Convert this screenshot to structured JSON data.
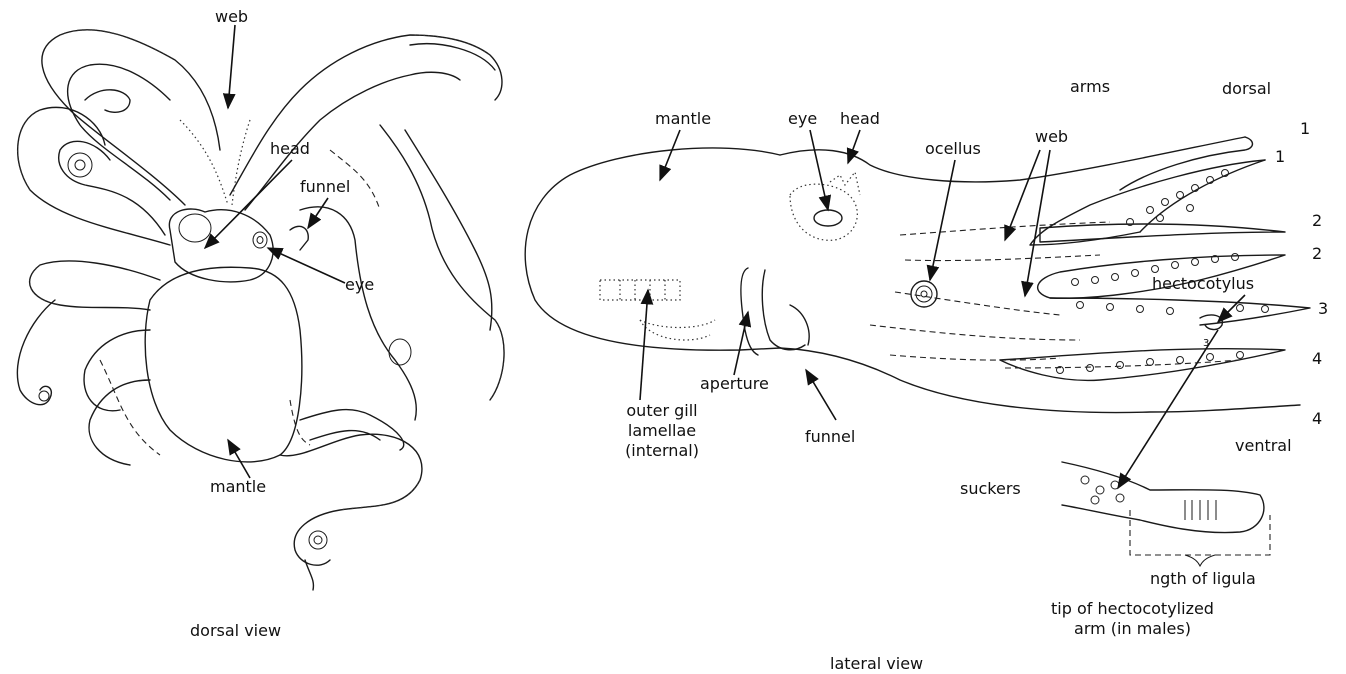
{
  "left_view": {
    "caption": "dorsal view",
    "labels": {
      "web": "web",
      "head": "head",
      "funnel": "funnel",
      "eye": "eye",
      "mantle": "mantle"
    }
  },
  "right_view": {
    "caption": "lateral view",
    "labels": {
      "mantle": "mantle",
      "eye": "eye",
      "head": "head",
      "arms": "arms",
      "dorsal": "dorsal",
      "ocellus": "ocellus",
      "web": "web",
      "hectocotylus": "hectocotylus",
      "aperture": "aperture",
      "gill_line1": "outer gill",
      "gill_line2": "lamellae",
      "gill_line3": "(internal)",
      "funnel": "funnel",
      "ventral": "ventral",
      "suckers": "suckers",
      "ligula": "ngth of ligula",
      "tip_line1": "tip of hectocotylized",
      "tip_line2": "arm (in males)",
      "arm_small_3": "3"
    },
    "arm_numbers": [
      "1",
      "1",
      "2",
      "2",
      "3",
      "4",
      "4"
    ]
  }
}
